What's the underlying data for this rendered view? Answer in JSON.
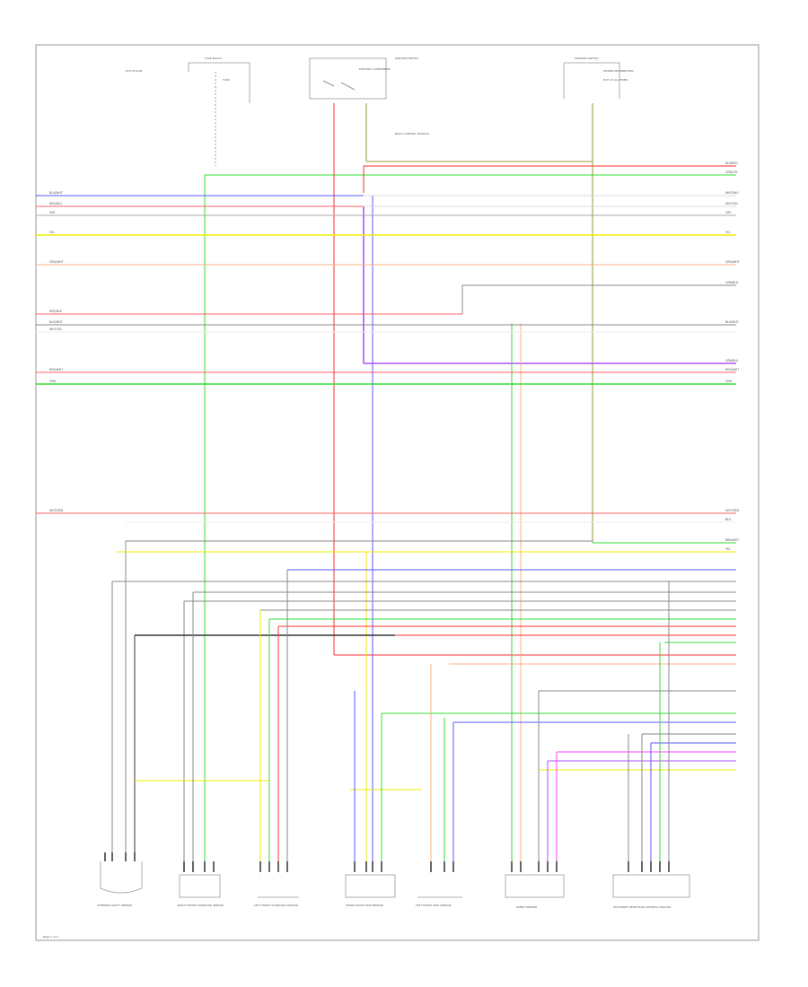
{
  "colors": {
    "border": "#9a9a9a",
    "red": "#ff3030",
    "green": "#33dd33",
    "blue": "#5a5aff",
    "yellow": "#eeee00",
    "orange": "#ffb080",
    "pink": "#ff6060",
    "gray": "#888888",
    "dark": "#333333",
    "purple": "#b050ff",
    "magenta": "#ff40ff",
    "brown": "#999933"
  },
  "diagram": {
    "top_labels": [
      "HOT IN RUN",
      "FUSE BLOCK",
      "HOT AT ALL TIMES",
      "ELECTRIC COMPONENT",
      "IGNITION SWITCH",
      "BODY CONTROL MODULE",
      "FUSE",
      "IGNITION SWITCH",
      "POWER DISTRIBUTION"
    ],
    "components": [
      "STEERING SHAFT SENSOR",
      "RIGHT FRONT STANDARD SENSOR",
      "LEFT FRONT STANDARD SENSOR",
      "FRONT RIGHT SIDE SENSOR",
      "LEFT FRONT SIDE SENSOR",
      "SPEED SENSOR",
      "OCCUPANT DETECTION CONTROL MODULE"
    ],
    "left_wire_labels": [
      "BLU/WHT",
      "RED/BLU",
      "GRY",
      "YEL",
      "ORG/WHT",
      "RED/BLK",
      "BLK/WHT",
      "WHT/YEL",
      "RED/WHT",
      "GRN",
      "WHT/RED"
    ],
    "right_wire_labels": [
      "BLK/RED",
      "GRN/YEL",
      "WHT/BLU",
      "WHT/YEL",
      "GRY",
      "YEL",
      "ORG/WHT",
      "GRN/BLK",
      "BLK/WHT",
      "GRN/BLU",
      "RED/WHT",
      "GRN",
      "WHT/RED",
      "BLK",
      "BRN/WHT",
      "YEL"
    ],
    "footer": "Page 1 of 2"
  }
}
